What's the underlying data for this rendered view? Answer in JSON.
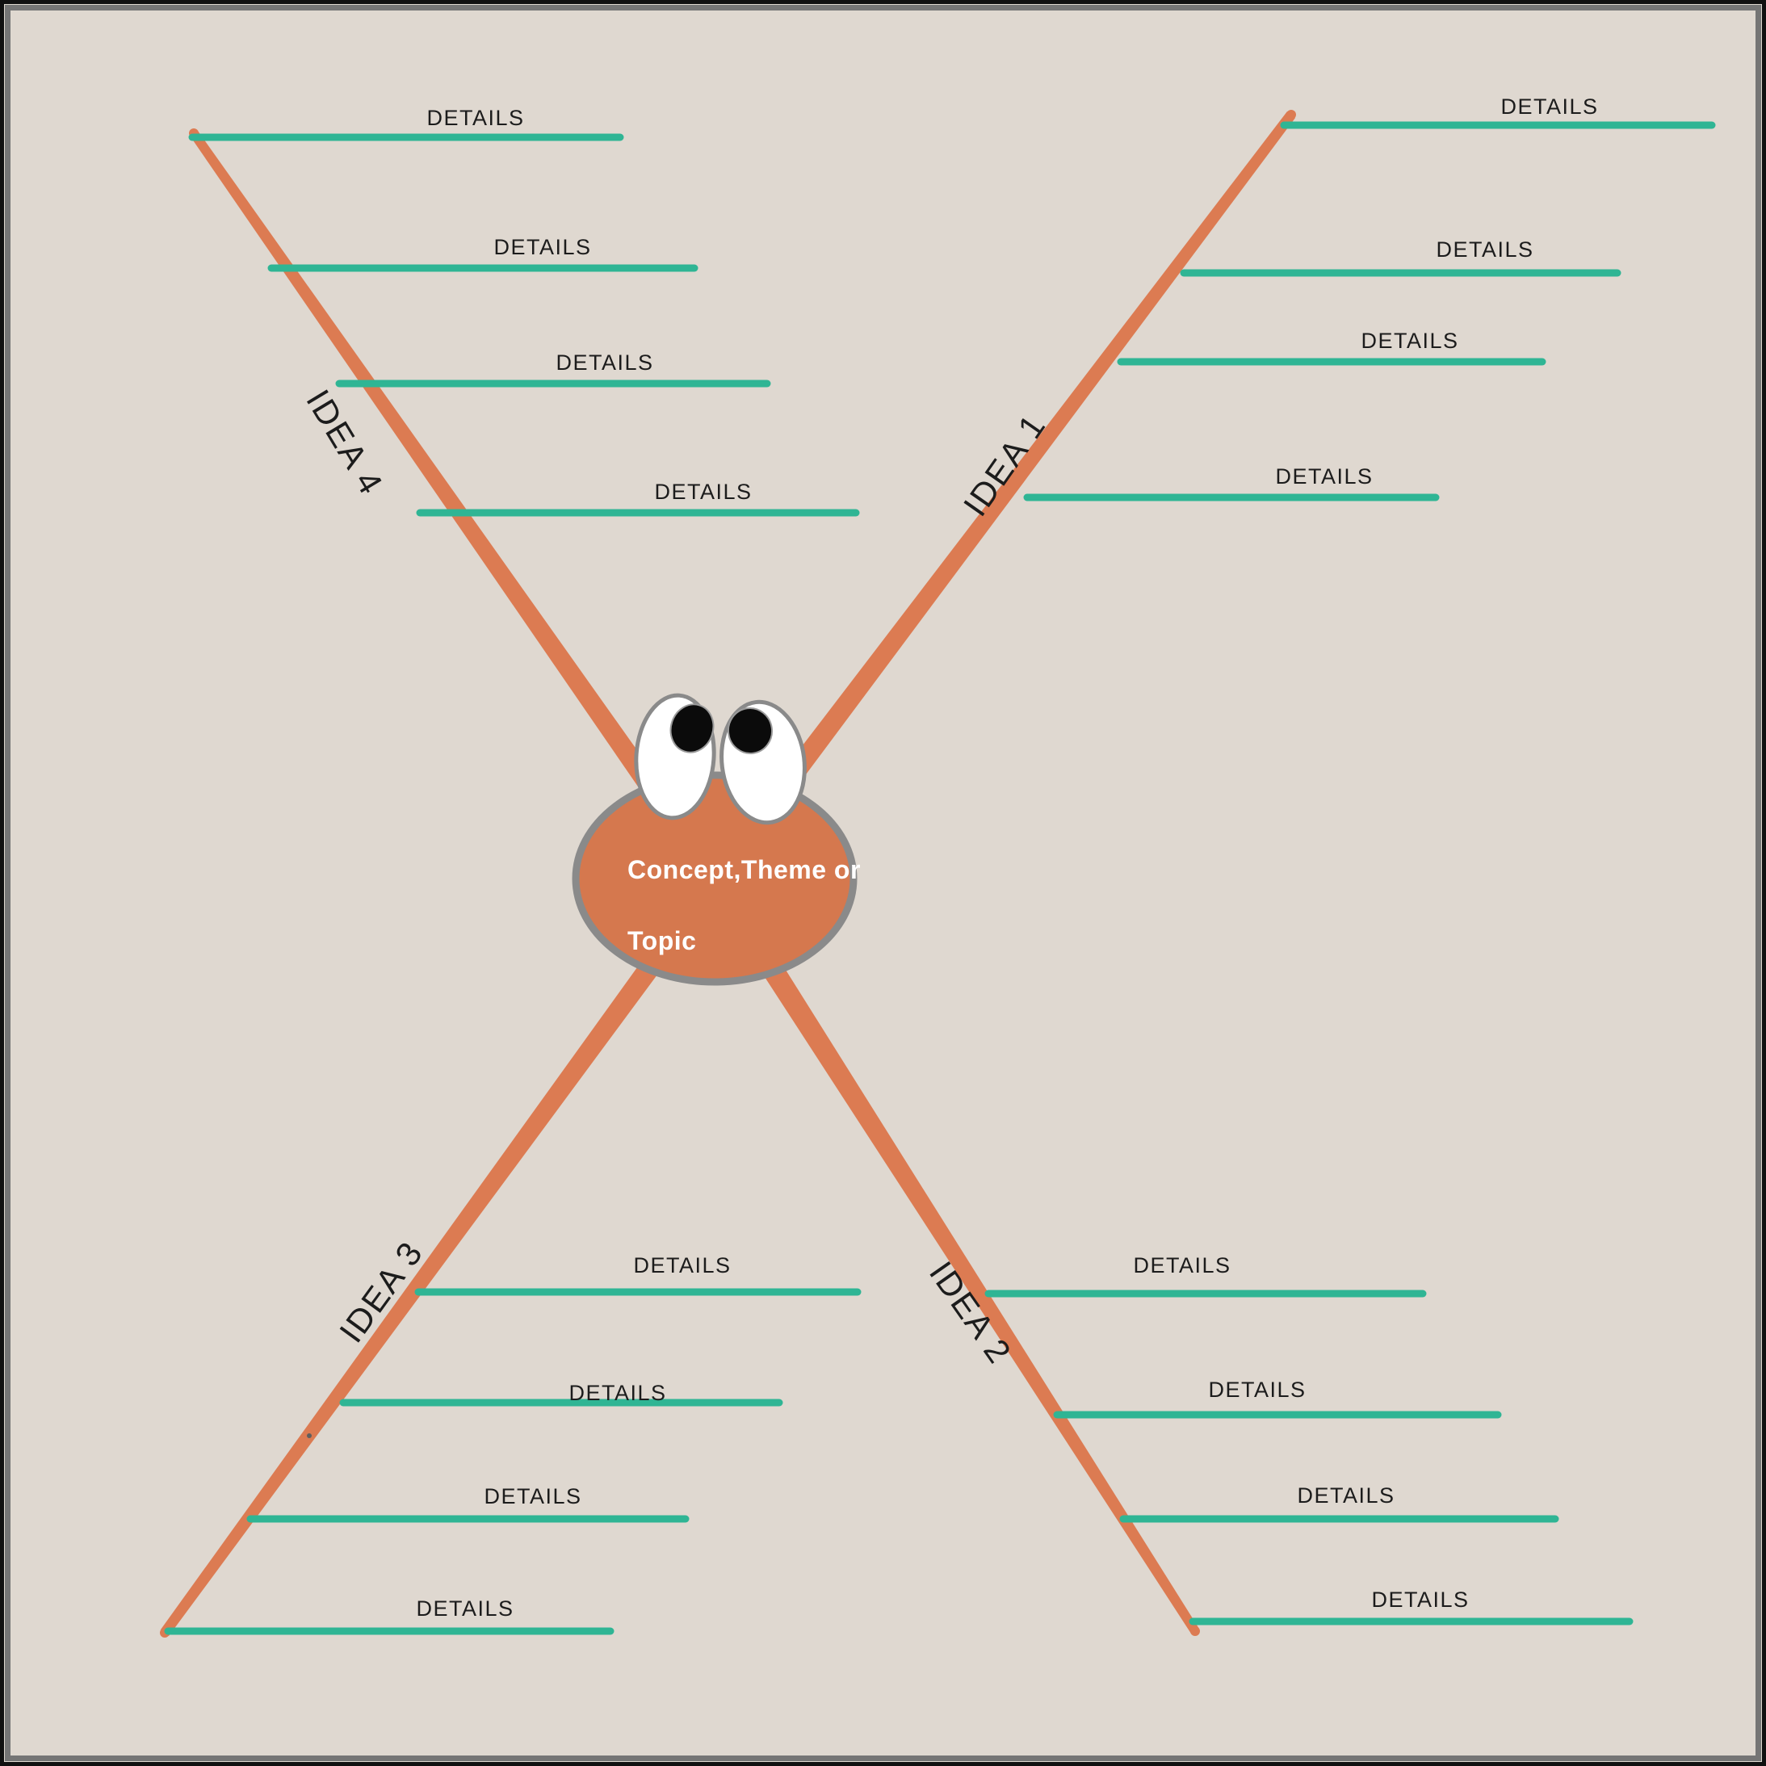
{
  "colors": {
    "background": "#dfd8d0",
    "frame_outer": "#101010",
    "frame_inner": "#757575",
    "branch": "#dc7b52",
    "detail_line": "#2fb594",
    "center_fill": "#d5784e",
    "center_border": "#8a8a8a",
    "center_text": "#ffffff",
    "eye_white": "#ffffff",
    "pupil": "#0b0b0b",
    "text": "#1c1c1c"
  },
  "center": {
    "line1": "Concept,Theme or",
    "line2": "Topic"
  },
  "ideas": [
    {
      "label": "IDEA 1",
      "details": [
        "DETAILS",
        "DETAILS",
        "DETAILS",
        "DETAILS"
      ]
    },
    {
      "label": "IDEA 2",
      "details": [
        "DETAILS",
        "DETAILS",
        "DETAILS",
        "DETAILS"
      ]
    },
    {
      "label": "IDEA 3",
      "details": [
        "DETAILS",
        "DETAILS",
        "DETAILS",
        "DETAILS"
      ]
    },
    {
      "label": "IDEA 4",
      "details": [
        "DETAILS",
        "DETAILS",
        "DETAILS",
        "DETAILS"
      ]
    }
  ]
}
